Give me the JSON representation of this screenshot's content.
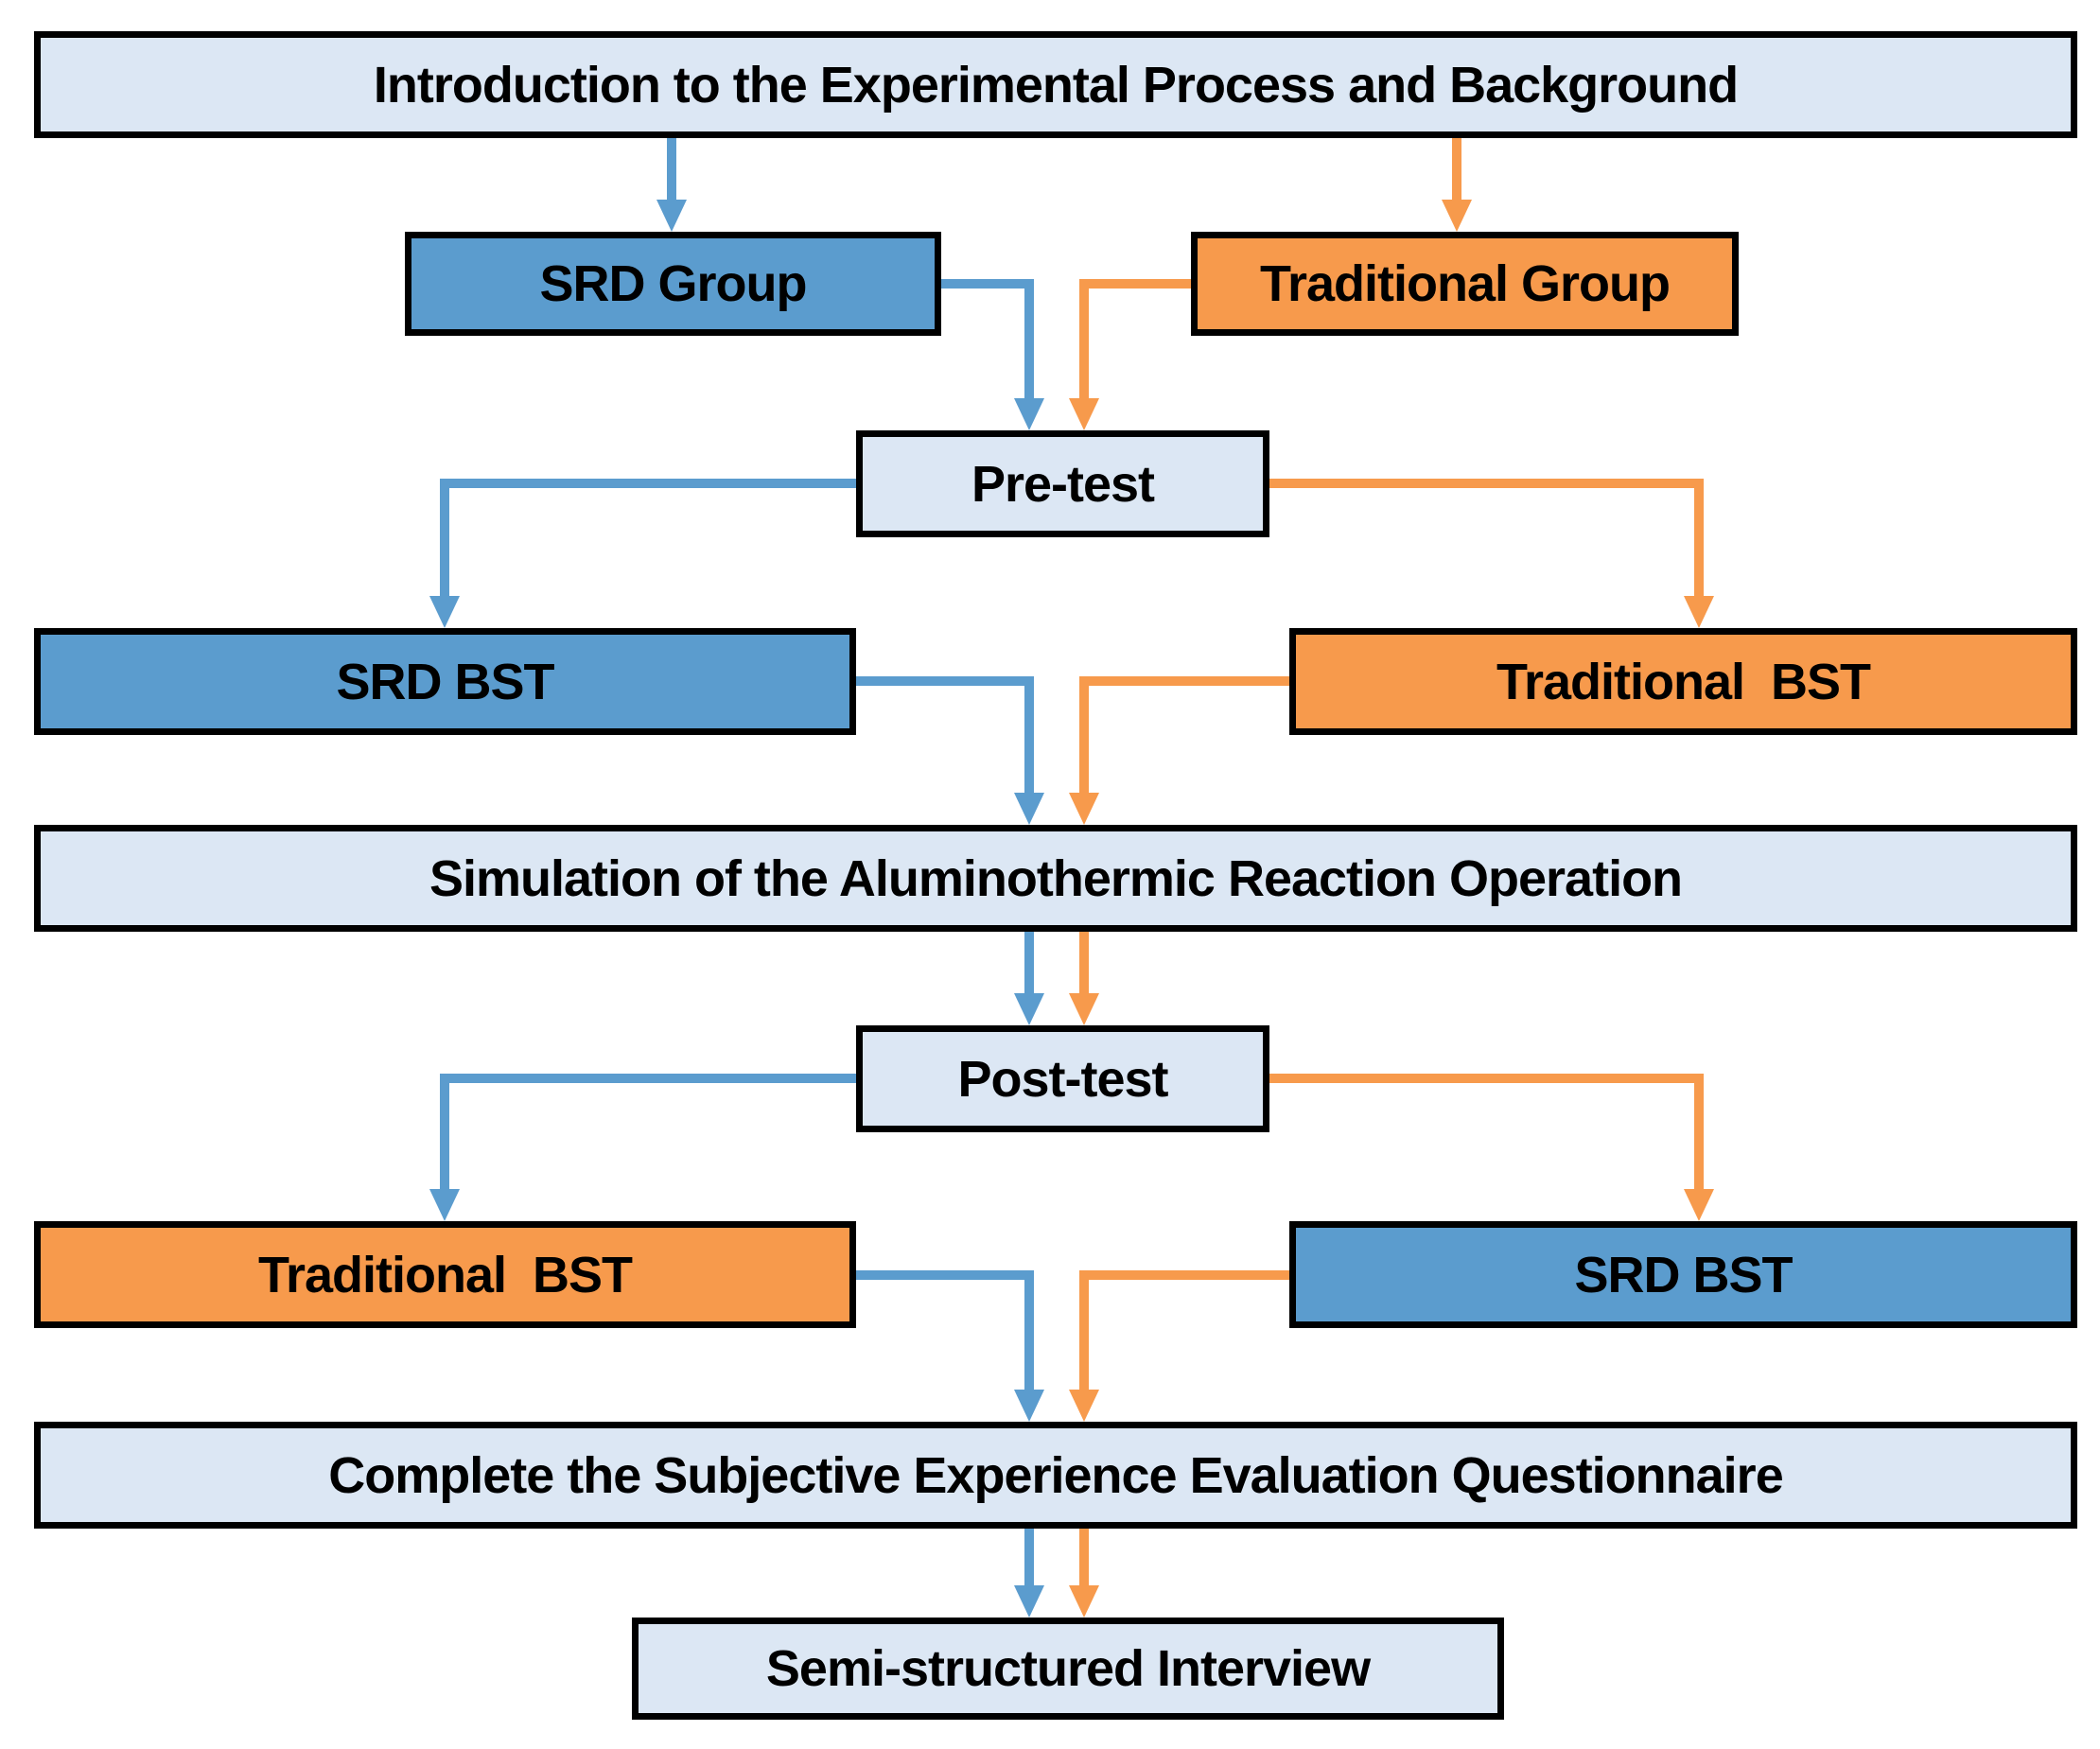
{
  "colors": {
    "srd_path_blue": "#5B9CCE",
    "traditional_path_orange": "#F79A4C",
    "stage_light_blue": "#DCE7F4",
    "border_black": "#000000",
    "text_black": "#000000",
    "background_white": "#FFFFFF"
  },
  "nodes": {
    "intro": {
      "label": "Introduction to the Experimental Process and Background",
      "fill": "light"
    },
    "srd_group": {
      "label": "SRD Group",
      "fill": "blue"
    },
    "trad_group": {
      "label": "Traditional Group",
      "fill": "orange"
    },
    "pre_test": {
      "label": "Pre-test",
      "fill": "light"
    },
    "srd_bst_1": {
      "label": "SRD BST",
      "fill": "blue"
    },
    "trad_bst_1": {
      "label": "Traditional  BST",
      "fill": "orange"
    },
    "simulation": {
      "label": "Simulation of the Aluminothermic Reaction Operation",
      "fill": "light"
    },
    "post_test": {
      "label": "Post-test",
      "fill": "light"
    },
    "trad_bst_2": {
      "label": "Traditional  BST",
      "fill": "orange"
    },
    "srd_bst_2": {
      "label": "SRD BST",
      "fill": "blue"
    },
    "questionnaire": {
      "label": "Complete the Subjective Experience Evaluation Questionnaire",
      "fill": "light"
    },
    "interview": {
      "label": "Semi-structured Interview",
      "fill": "light"
    }
  },
  "edges": [
    {
      "from": "intro",
      "to": "srd_group",
      "path": "blue"
    },
    {
      "from": "intro",
      "to": "trad_group",
      "path": "orange"
    },
    {
      "from": "srd_group",
      "to": "pre_test",
      "path": "blue"
    },
    {
      "from": "trad_group",
      "to": "pre_test",
      "path": "orange"
    },
    {
      "from": "pre_test",
      "to": "srd_bst_1",
      "path": "blue"
    },
    {
      "from": "pre_test",
      "to": "trad_bst_1",
      "path": "orange"
    },
    {
      "from": "srd_bst_1",
      "to": "simulation",
      "path": "blue"
    },
    {
      "from": "trad_bst_1",
      "to": "simulation",
      "path": "orange"
    },
    {
      "from": "simulation",
      "to": "post_test",
      "path": "blue"
    },
    {
      "from": "simulation",
      "to": "post_test",
      "path": "orange"
    },
    {
      "from": "post_test",
      "to": "trad_bst_2",
      "path": "blue"
    },
    {
      "from": "post_test",
      "to": "srd_bst_2",
      "path": "orange"
    },
    {
      "from": "trad_bst_2",
      "to": "questionnaire",
      "path": "blue"
    },
    {
      "from": "srd_bst_2",
      "to": "questionnaire",
      "path": "orange"
    },
    {
      "from": "questionnaire",
      "to": "interview",
      "path": "blue"
    },
    {
      "from": "questionnaire",
      "to": "interview",
      "path": "orange"
    }
  ]
}
